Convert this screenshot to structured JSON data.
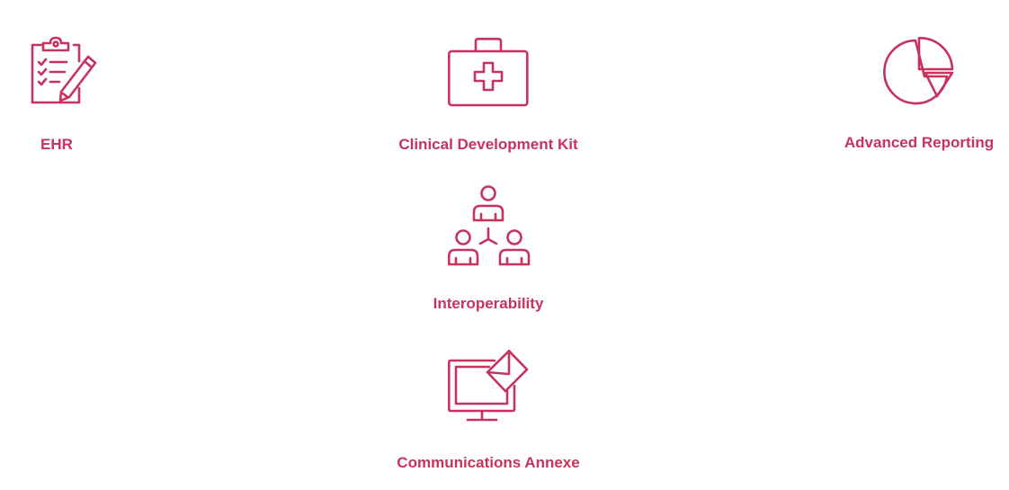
{
  "accent_color": "#c8325f",
  "features": [
    {
      "icon": "clipboard-checklist-icon",
      "label": "EHR"
    },
    {
      "icon": "medical-kit-icon",
      "label": "Clinical Development Kit"
    },
    {
      "icon": "pie-chart-icon",
      "label": "Advanced Reporting"
    },
    {
      "icon": "people-network-icon",
      "label": "Interoperability"
    },
    {
      "icon": "monitor-envelope-icon",
      "label": "Communications Annexe"
    }
  ]
}
